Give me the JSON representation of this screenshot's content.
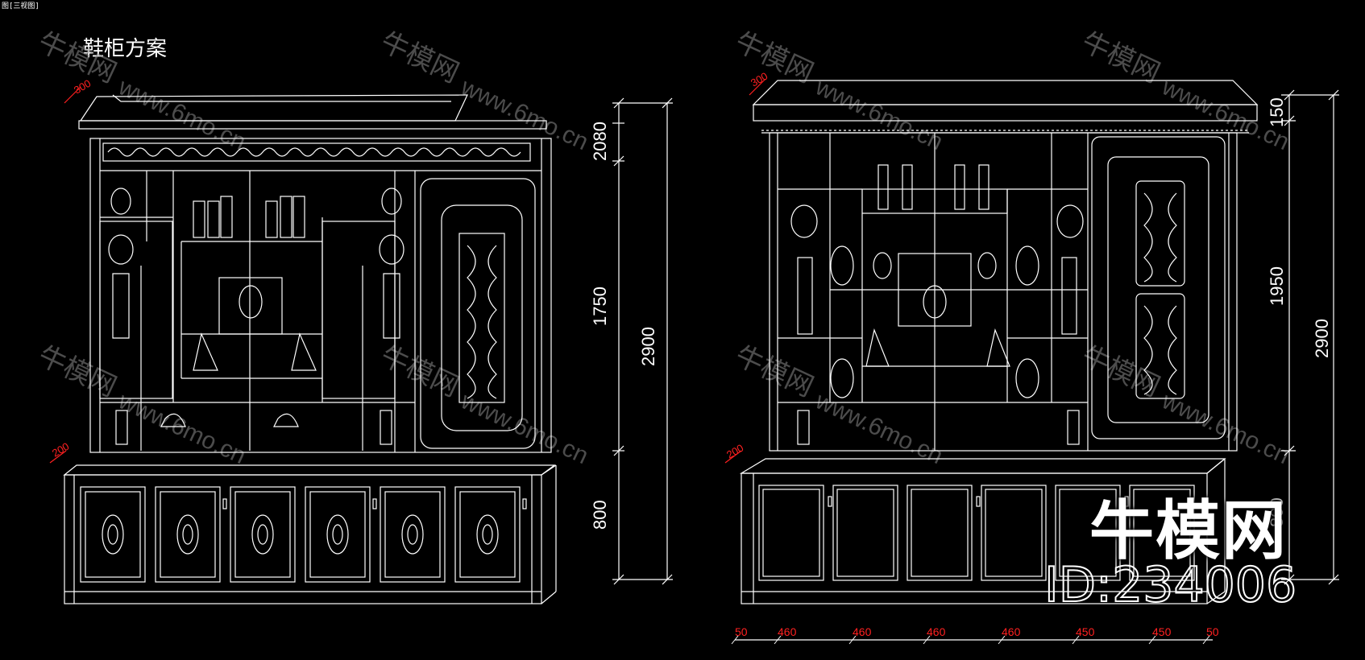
{
  "header": {
    "tiny_label": "图[三视图]",
    "title": "鞋柜方案"
  },
  "watermark": {
    "cn": "牛模网",
    "url": "www.6mo.cn",
    "brand": "牛模网",
    "id": "ID:234006"
  },
  "left_elevation": {
    "dims_vertical": [
      "2080",
      "1750",
      "800",
      "2900"
    ],
    "dims_small": [
      "300",
      "200"
    ]
  },
  "right_elevation": {
    "dims_vertical": [
      "150",
      "1950",
      "800",
      "2900"
    ],
    "dims_small": [
      "300",
      "200"
    ],
    "dims_bottom": [
      "50",
      "460",
      "460",
      "460",
      "460",
      "450",
      "450",
      "50"
    ]
  },
  "colors": {
    "line": "#ffffff",
    "dimension": "#ffffff",
    "small_dim": "#ff2020",
    "background": "#000000",
    "watermark": "#8a8a8a"
  }
}
